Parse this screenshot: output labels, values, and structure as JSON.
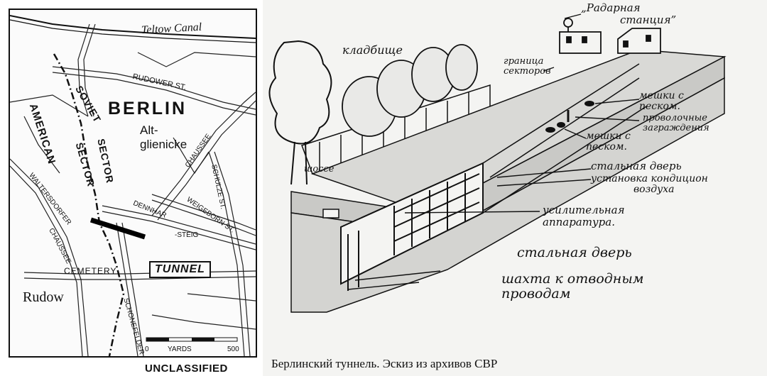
{
  "map": {
    "canal": "Teltow Canal",
    "city": "BERLIN",
    "district_line1": "Alt-",
    "district_line2": "glienicke",
    "american": "AMERICAN",
    "sector_left": "SECTOR",
    "soviet": "SOVIET",
    "sector_right": "SECTOR",
    "rudower_st": "RUDOWER ST.",
    "waltersdorfer": "WALTERSDORFER",
    "chaussee_left": "CHAUSSEE",
    "dennhar": "DENNHAR",
    "steig": "-STEIG",
    "chaussee_right": "CHAUSSEE",
    "weigeborn": "WEIGEBORN ST.",
    "str": "SCHULZE ST.",
    "cemetery": "CEMETERY",
    "tunnel": "TUNNEL",
    "rudow": "Rudow",
    "schonefelder": "SCHONEFELDER",
    "scale_zero": "0",
    "scale_unit": "YARDS",
    "scale_end": "500",
    "classification": "UNCLASSIFIED"
  },
  "sketch": {
    "radar_line1": "„Радарная",
    "radar_line2": "станция”",
    "cemetery": "кладбище",
    "border_line1": "граница",
    "border_line2": "секторов",
    "sandbags_top_line1": "мешки с",
    "sandbags_top_line2": "песком.",
    "wire_line1": "проволочные",
    "wire_line2": "заграждения",
    "sandbags_mid_line1": "мешки с",
    "sandbags_mid_line2": "песком.",
    "highway": "шоссе",
    "steel_door_top": "стальная дверь",
    "ac_line1": "установка кондицион",
    "ac_line2": "воздуха",
    "amplifier_line1": "усилительная",
    "amplifier_line2": "аппаратура.",
    "steel_door_bottom": "стальная дверь",
    "shaft_line1": "шахта к отводным",
    "shaft_line2": "проводам",
    "caption": "Берлинский туннель. Эскиз из архивов СВР"
  }
}
